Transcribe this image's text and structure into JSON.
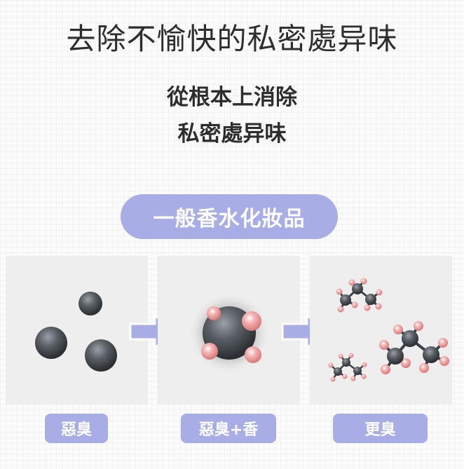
{
  "header": {
    "title": "去除不愉快的私密處异味",
    "subtitle_line1": "從根本上消除",
    "subtitle_line2": "私密處异味"
  },
  "category_pill": {
    "label": "一般香水化妝品"
  },
  "panels": [
    {
      "label": "惡臭",
      "icon": "odor-molecules-icon"
    },
    {
      "label": "惡臭+香",
      "icon": "masked-odor-molecule-icon"
    },
    {
      "label": "更臭",
      "icon": "broken-down-molecules-icon"
    }
  ],
  "colors": {
    "accent": "#a8ade6",
    "panel_bg": "#eeeeee",
    "carbon": "#4a4f55",
    "hydrogen": "#e89a9a",
    "text": "#2d2d2d"
  }
}
